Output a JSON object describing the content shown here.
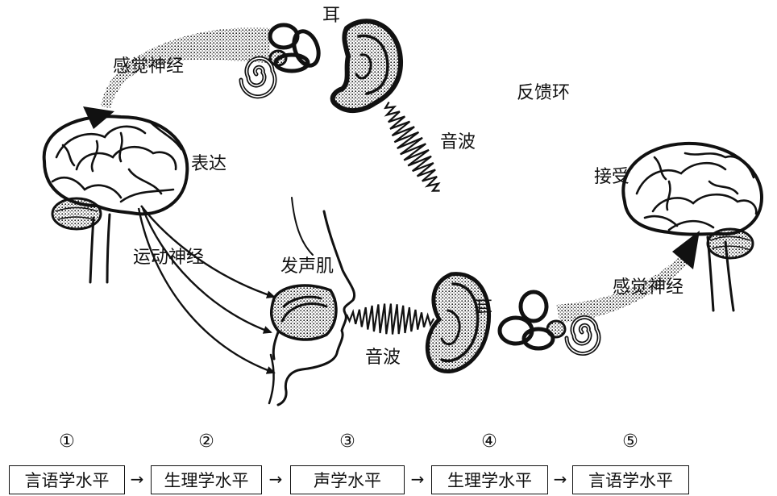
{
  "labels": {
    "ear_top": "耳",
    "sensory_nerve_top": "感觉神经",
    "feedback_loop": "反馈环",
    "sound_wave_top": "音波",
    "expression": "表达",
    "reception": "接受",
    "motor_nerve": "运动神经",
    "vocal_muscles": "发声肌",
    "ear_bottom": "耳",
    "sensory_nerve_bottom": "感觉神经",
    "sound_wave_bottom": "音波"
  },
  "levels": [
    {
      "number": "①",
      "label": "言语学水平"
    },
    {
      "number": "②",
      "label": "生理学水平"
    },
    {
      "number": "③",
      "label": "声学水平"
    },
    {
      "number": "④",
      "label": "生理学水平"
    },
    {
      "number": "⑤",
      "label": "言语学水平"
    }
  ],
  "flow_arrow": "→",
  "colors": {
    "ink": "#111111",
    "background": "#ffffff"
  }
}
